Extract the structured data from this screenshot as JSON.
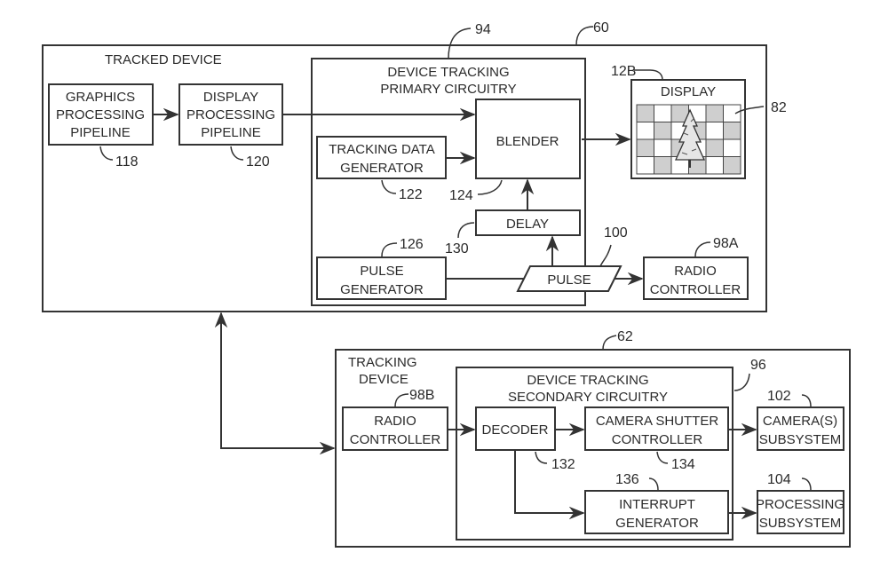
{
  "diagram": {
    "tracked_device": {
      "title": "TRACKED DEVICE",
      "ref": "60",
      "blocks": {
        "graphics_pipeline": {
          "lines": [
            "GRAPHICS",
            "PROCESSING",
            "PIPELINE"
          ],
          "ref": "118"
        },
        "display_pipeline": {
          "lines": [
            "DISPLAY",
            "PROCESSING",
            "PIPELINE"
          ],
          "ref": "120"
        },
        "primary_circuitry": {
          "lines": [
            "DEVICE TRACKING",
            "PRIMARY CIRCUITRY"
          ],
          "ref": "94"
        },
        "tracking_data_generator": {
          "lines": [
            "TRACKING DATA",
            "GENERATOR"
          ],
          "ref": "122"
        },
        "blender": {
          "lines": [
            "BLENDER"
          ],
          "ref": "124"
        },
        "delay": {
          "lines": [
            "DELAY"
          ],
          "ref": "130"
        },
        "pulse_generator": {
          "lines": [
            "PULSE",
            "GENERATOR"
          ],
          "ref": "126"
        },
        "pulse": {
          "lines": [
            "PULSE"
          ],
          "ref": "100"
        },
        "radio_controller_a": {
          "lines": [
            "RADIO",
            "CONTROLLER"
          ],
          "ref": "98A"
        },
        "display": {
          "lines": [
            "DISPLAY"
          ],
          "ref": "12B",
          "image_ref": "82"
        }
      }
    },
    "tracking_device": {
      "title": [
        "TRACKING",
        "DEVICE"
      ],
      "ref": "62",
      "blocks": {
        "radio_controller_b": {
          "lines": [
            "RADIO",
            "CONTROLLER"
          ],
          "ref": "98B"
        },
        "secondary_circuitry": {
          "lines": [
            "DEVICE TRACKING",
            "SECONDARY CIRCUITRY"
          ],
          "ref": "96"
        },
        "decoder": {
          "lines": [
            "DECODER"
          ],
          "ref": "132"
        },
        "camera_shutter_controller": {
          "lines": [
            "CAMERA SHUTTER",
            "CONTROLLER"
          ],
          "ref": "134"
        },
        "interrupt_generator": {
          "lines": [
            "INTERRUPT",
            "GENERATOR"
          ],
          "ref": "136"
        },
        "cameras_subsystem": {
          "lines": [
            "CAMERA(S)",
            "SUBSYSTEM"
          ],
          "ref": "102"
        },
        "processing_subsystem": {
          "lines": [
            "PROCESSING",
            "SUBSYSTEM"
          ],
          "ref": "104"
        }
      }
    }
  }
}
